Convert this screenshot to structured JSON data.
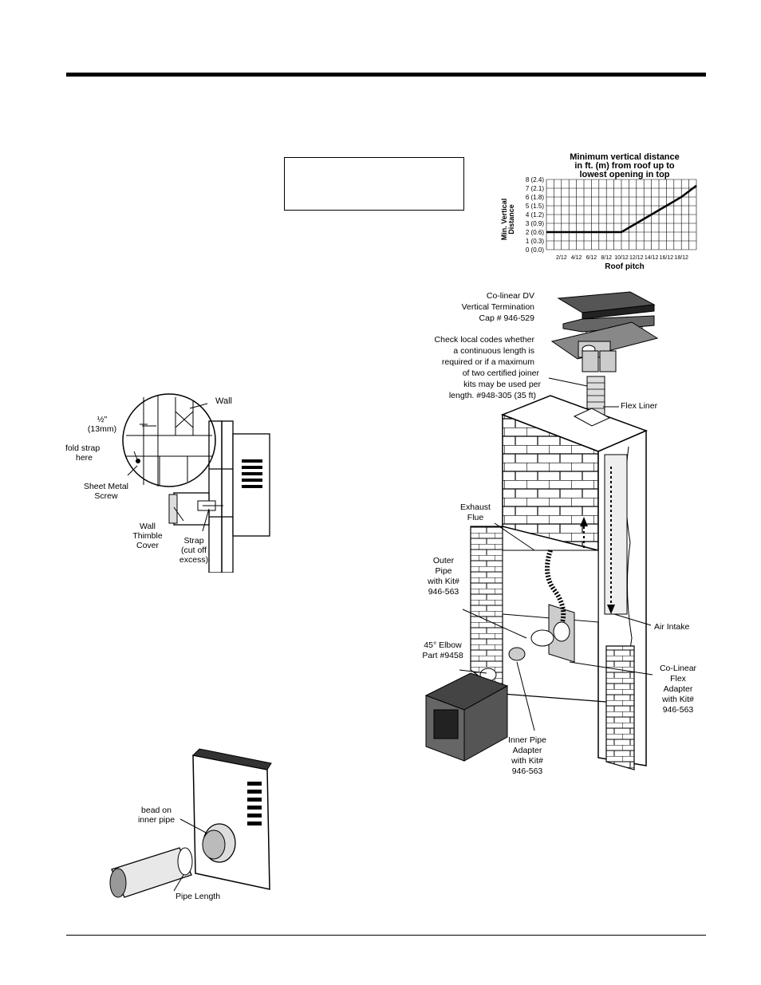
{
  "chart_data": {
    "type": "line",
    "title": "Minimum vertical distance in ft. (m) from roof up to lowest opening in top",
    "title_lines": [
      "Minimum vertical distance",
      "in ft. (m) from roof up to",
      "lowest opening in top"
    ],
    "xlabel": "Roof pitch",
    "ylabel_lines": [
      "Min. Vertical",
      "Distance"
    ],
    "x_categories": [
      "2/12",
      "4/12",
      "6/12",
      "8/12",
      "10/12",
      "12/12",
      "14/12",
      "16/12",
      "18/12"
    ],
    "y_ticks": [
      "0 (0.0)",
      "1 (0.3)",
      "2 (0.6)",
      "3 (0.9)",
      "4 (1.2)",
      "5 (1.5)",
      "6 (1.8)",
      "7 (2.1)",
      "8 (2.4)"
    ],
    "ylim": [
      0,
      8
    ],
    "series": [
      {
        "x": [
          "2/12",
          "4/12",
          "6/12",
          "8/12",
          "10/12",
          "12/12",
          "14/12",
          "16/12",
          "18/12",
          "20/12"
        ],
        "values": [
          2,
          2,
          2,
          2,
          2,
          3,
          4,
          5,
          6,
          7.3
        ]
      }
    ],
    "grid": true
  },
  "wall_diagram": {
    "wall": "Wall",
    "measure": "½\"",
    "measure_metric": "(13mm)",
    "fold_strap": [
      "fold strap",
      "here"
    ],
    "screw": [
      "Sheet Metal",
      "Screw"
    ],
    "thimble": [
      "Wall",
      "Thimble",
      "Cover"
    ],
    "strap": [
      "Strap",
      "(cut off",
      "excess)"
    ]
  },
  "pipe_diagram": {
    "bead": [
      "bead on",
      "inner pipe"
    ],
    "pipe_length": "Pipe Length"
  },
  "chimney_diagram": {
    "cap": [
      "Co-linear DV",
      "Vertical Termination",
      "Cap # 946-529"
    ],
    "check_codes": [
      "Check local codes whether",
      "a continuous length is",
      "required or if a maximum",
      "of two certified joiner",
      "kits may be used per",
      "length. #948-305 (35 ft)"
    ],
    "flex_liner": "Flex Liner",
    "exhaust_flue": [
      "Exhaust",
      "Flue"
    ],
    "outer_pipe": [
      "Outer",
      "Pipe",
      "with Kit#",
      "946-563"
    ],
    "air_intake": "Air Intake",
    "elbow": [
      "45° Elbow",
      "Part #9458"
    ],
    "colinear_adapter": [
      "Co-Linear",
      "Flex",
      "Adapter",
      "with Kit#",
      "946-563"
    ],
    "inner_pipe_adapter": [
      "Inner Pipe",
      "Adapter",
      "with Kit#",
      "946-563"
    ]
  }
}
